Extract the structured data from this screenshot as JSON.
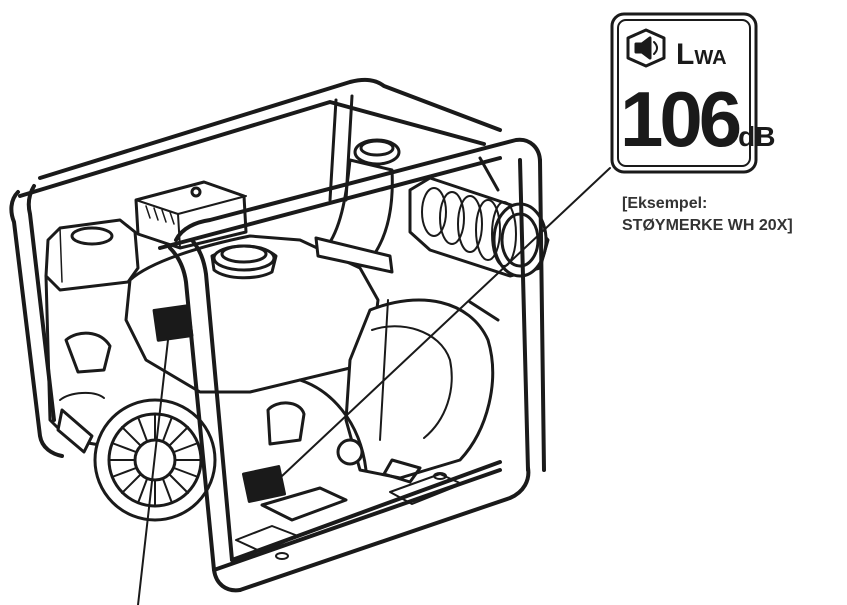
{
  "noise_label": {
    "symbol": "L",
    "symbol_sub": "WA",
    "value": "106",
    "unit": "dB",
    "icon": "speaker-sound-icon"
  },
  "caption": {
    "line1": "[Eksempel:",
    "line2": "STØYMERKE WH 20X]"
  },
  "colors": {
    "ink": "#1a1a1a",
    "background": "#ffffff"
  }
}
